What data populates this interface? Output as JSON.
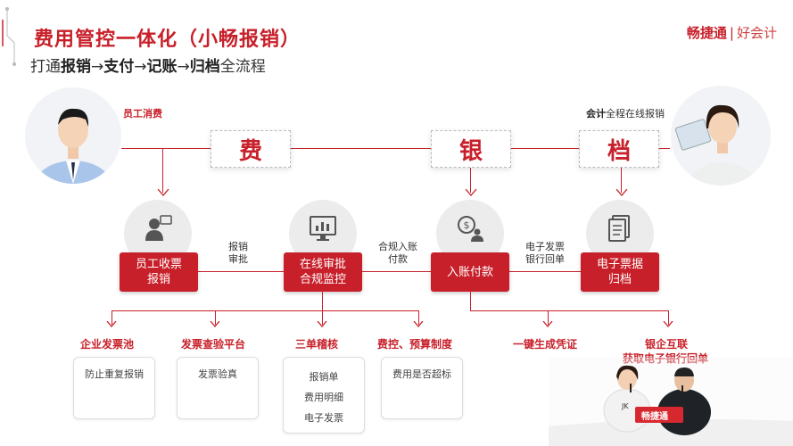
{
  "header": {
    "title": "费用管控一体化（小畅报销）",
    "subtitle": [
      "打通",
      "报销",
      "→",
      "支付",
      "→",
      "记账",
      "→",
      "归档",
      "全流程"
    ],
    "brand_main": "畅捷通",
    "brand_sep": "|",
    "brand_sub": "好会计"
  },
  "roles": {
    "left": "员工消费",
    "right_bold": "会计",
    "right_rest": "全程在线报销"
  },
  "stages": [
    "费",
    "银",
    "档"
  ],
  "steps": [
    {
      "line1": "员工收票",
      "line2": "报销"
    },
    {
      "line1": "在线审批",
      "line2": "合规监控"
    },
    {
      "line1": "入账付款",
      "line2": ""
    },
    {
      "line1": "电子票据",
      "line2": "归档"
    }
  ],
  "notes": [
    {
      "line1": "报销",
      "line2": "审批"
    },
    {
      "line1": "合规入账",
      "line2": "付款"
    },
    {
      "line1": "电子发票",
      "line2": "银行回单"
    }
  ],
  "categories": [
    {
      "name": "企业发票池",
      "items": [
        "防止重复报销"
      ]
    },
    {
      "name": "发票查验平台",
      "items": [
        "发票验真"
      ]
    },
    {
      "name": "三单稽核",
      "items": [
        "报销单",
        "费用明细",
        "电子发票"
      ]
    },
    {
      "name": "费控、预算制度",
      "items": [
        "费用是否超标"
      ]
    },
    {
      "name": "一键生成凭证",
      "items": []
    },
    {
      "name": "银企互联",
      "items": []
    },
    {
      "name": "获取电子银行回单",
      "items": []
    }
  ],
  "stage_sign": "畅捷通",
  "icons": [
    "user-receipt-icon",
    "monitor-chart-icon",
    "money-user-icon",
    "document-archive-icon"
  ],
  "colors": {
    "accent": "#c8202a",
    "node_bg": "#ececec"
  }
}
